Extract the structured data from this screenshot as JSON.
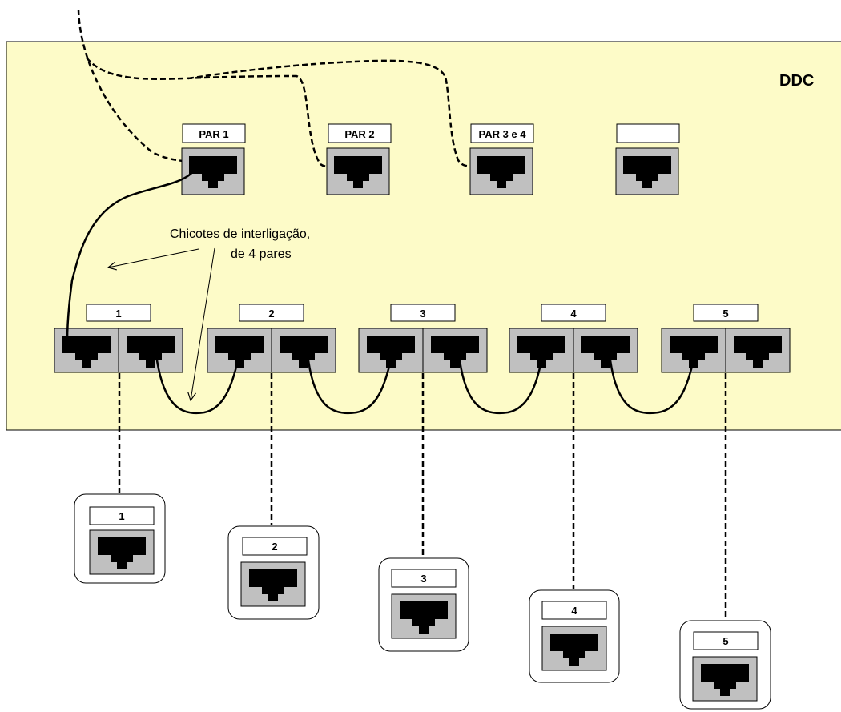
{
  "panel": {
    "title": "DDC",
    "background": "#fdfbc8"
  },
  "top_ports": {
    "labels": [
      "PAR 1",
      "PAR 2",
      "PAR 3 e 4",
      ""
    ]
  },
  "annotation": {
    "line1": "Chicotes de interligação,",
    "line2": "de 4 pares"
  },
  "patch_ports": {
    "labels": [
      "1",
      "2",
      "3",
      "4",
      "5"
    ]
  },
  "outlets": {
    "labels": [
      "1",
      "2",
      "3",
      "4",
      "5"
    ]
  },
  "colors": {
    "port_body": "#c0c0c0",
    "jack": "#000000",
    "cable": "#000000"
  }
}
